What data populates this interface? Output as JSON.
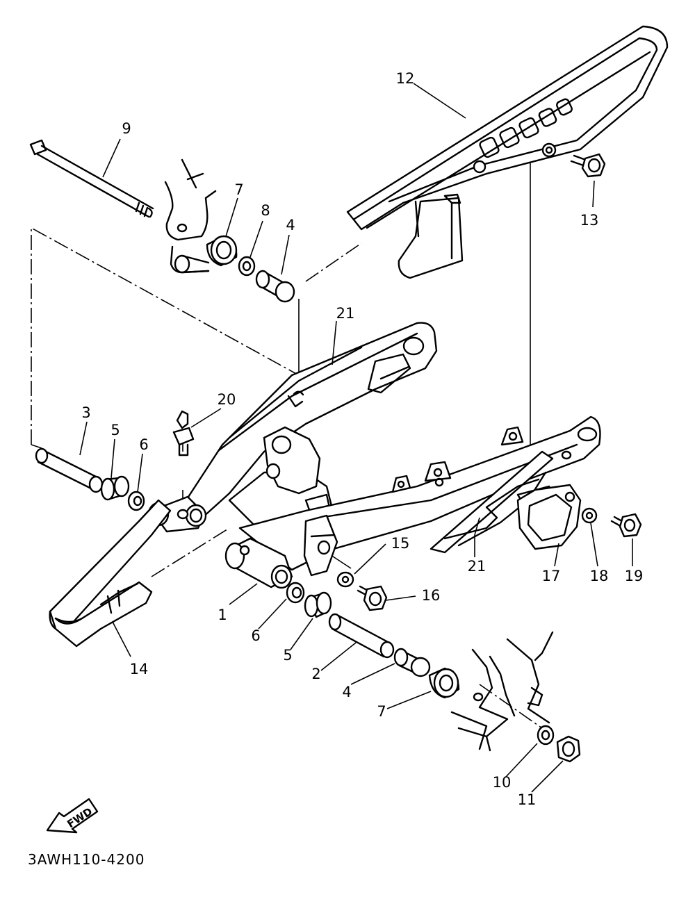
{
  "diagram": {
    "drawing_code": "3AWH110-4200",
    "direction_arrow_label": "FWD",
    "callouts": [
      {
        "id": "c1",
        "label": "1"
      },
      {
        "id": "c2",
        "label": "2"
      },
      {
        "id": "c3",
        "label": "3"
      },
      {
        "id": "c4a",
        "label": "4"
      },
      {
        "id": "c4b",
        "label": "4"
      },
      {
        "id": "c5a",
        "label": "5"
      },
      {
        "id": "c5b",
        "label": "5"
      },
      {
        "id": "c6a",
        "label": "6"
      },
      {
        "id": "c6b",
        "label": "6"
      },
      {
        "id": "c7a",
        "label": "7"
      },
      {
        "id": "c7b",
        "label": "7"
      },
      {
        "id": "c8",
        "label": "8"
      },
      {
        "id": "c9",
        "label": "9"
      },
      {
        "id": "c10",
        "label": "10"
      },
      {
        "id": "c11",
        "label": "11"
      },
      {
        "id": "c12",
        "label": "12"
      },
      {
        "id": "c13",
        "label": "13"
      },
      {
        "id": "c14",
        "label": "14"
      },
      {
        "id": "c15",
        "label": "15"
      },
      {
        "id": "c16",
        "label": "16"
      },
      {
        "id": "c17",
        "label": "17"
      },
      {
        "id": "c18",
        "label": "18"
      },
      {
        "id": "c19",
        "label": "19"
      },
      {
        "id": "c20",
        "label": "20"
      },
      {
        "id": "c21a",
        "label": "21"
      },
      {
        "id": "c21b",
        "label": "21"
      }
    ]
  }
}
